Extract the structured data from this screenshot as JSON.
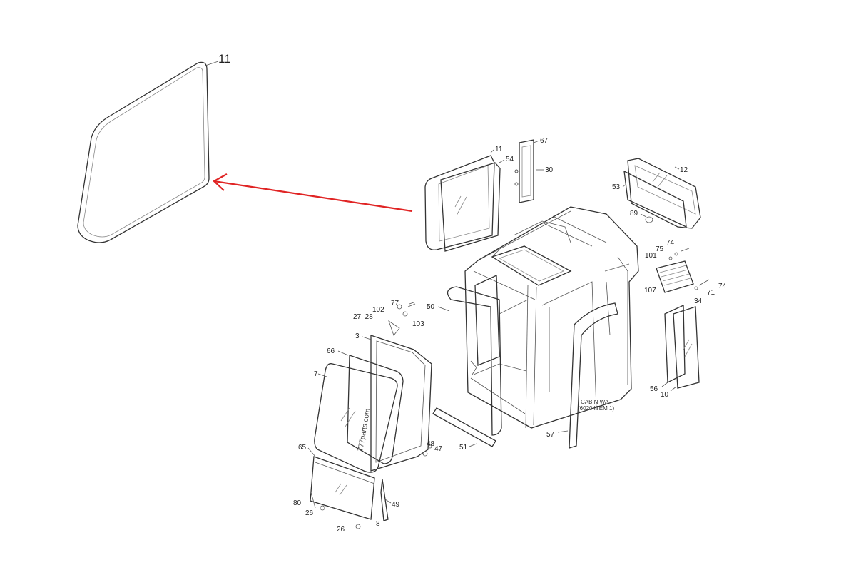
{
  "zoom_label": "11",
  "callouts": {
    "c11": "11",
    "c54": "54",
    "c67": "67",
    "c30": "30",
    "c12": "12",
    "c53": "53",
    "c89": "89",
    "c74a": "74",
    "c75": "75",
    "c101": "101",
    "c107": "107",
    "c71": "71",
    "c74b": "74",
    "c34": "34",
    "c77": "77",
    "c102": "102",
    "c2728": "27, 28",
    "c103": "103",
    "c50": "50",
    "c3": "3",
    "c66": "66",
    "c7": "7",
    "c65": "65",
    "c48": "48",
    "c47": "47",
    "c51": "51",
    "c49": "49",
    "c80": "80",
    "c26a": "26",
    "c26b": "26",
    "c8": "8",
    "c57": "57",
    "c56": "56",
    "c10": "10"
  },
  "cabin_note": {
    "line1": "CABIN WA",
    "line2": "(6020 ITEM 1)"
  },
  "watermark": "777parts.com",
  "colors": {
    "arrow": "#e02424",
    "line": "#444444"
  }
}
